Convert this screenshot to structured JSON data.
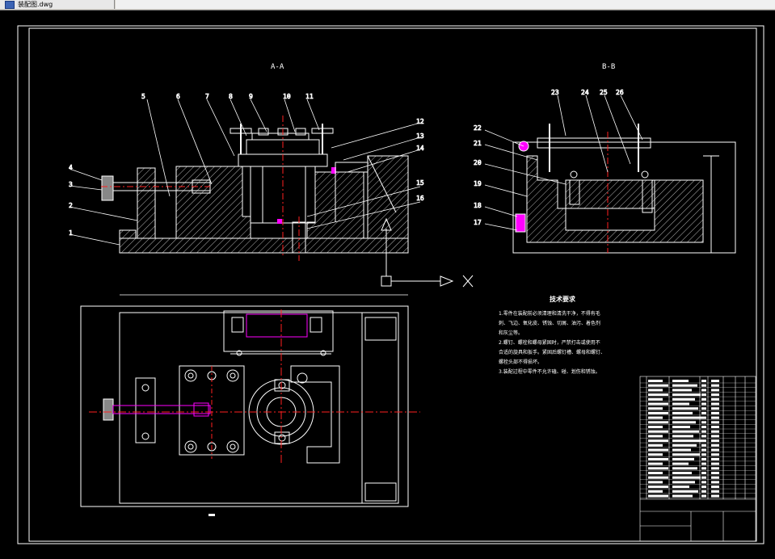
{
  "window": {
    "tab_label": "装配图.dwg"
  },
  "drawing": {
    "section_aa_label": "A-A",
    "section_bb_label": "B-B",
    "balloons_aa": [
      "4",
      "3",
      "2",
      "1",
      "5",
      "6",
      "7",
      "8",
      "9",
      "10",
      "11",
      "12",
      "13",
      "14",
      "15",
      "16"
    ],
    "balloons_bb": [
      "22",
      "21",
      "20",
      "19",
      "18",
      "17",
      "23",
      "24",
      "25",
      "26"
    ],
    "tech_title": "技术要求",
    "tech_lines": [
      "1.零件在装配前必须清理和清洗干净，不得有毛",
      "刺、飞边、氧化皮、锈蚀、切屑、油污、着色剂",
      "和灰尘等。",
      "2.螺钉、螺栓和螺母紧固时，严禁打击或使用不",
      "合适的旋具和扳手。紧固后螺钉槽、螺母和螺钉、",
      "螺栓头部不得损坏。",
      "3.装配过程中零件不允许磕、碰、划伤和锈蚀。"
    ],
    "ucs_x_label": "X",
    "colors": {
      "line": "#ffffff",
      "center": "#ff2020",
      "magenta": "#ff00ff",
      "dim": "#ffffff",
      "background": "#000000"
    }
  }
}
